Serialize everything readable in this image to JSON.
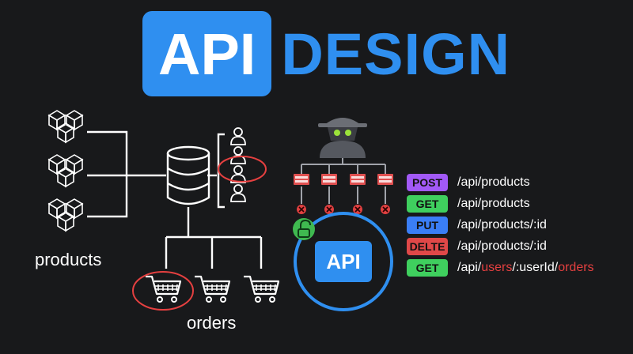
{
  "title": {
    "badge": "API",
    "rest": "DESIGN"
  },
  "labels": {
    "products": "products",
    "orders": "orders"
  },
  "api": {
    "label": "API"
  },
  "colors": {
    "background": "#18191b",
    "accent_blue": "#2f8ff0",
    "highlight_red": "#e54040",
    "lock_green": "#3fb950"
  },
  "routes": [
    {
      "method": "POST",
      "color": "#a259f7",
      "path": [
        {
          "t": "/api/products",
          "hl": false
        }
      ]
    },
    {
      "method": "GET",
      "color": "#3fcf5e",
      "path": [
        {
          "t": "/api/products",
          "hl": false
        }
      ]
    },
    {
      "method": "PUT",
      "color": "#3a7ef6",
      "path": [
        {
          "t": "/api/products/:id",
          "hl": false
        }
      ]
    },
    {
      "method": "DELTE",
      "color": "#e04848",
      "path": [
        {
          "t": "/api/products/:id",
          "hl": false
        }
      ]
    },
    {
      "method": "GET",
      "color": "#3fcf5e",
      "path": [
        {
          "t": "/api/",
          "hl": false
        },
        {
          "t": "users",
          "hl": true
        },
        {
          "t": "/:userId/",
          "hl": false
        },
        {
          "t": "orders",
          "hl": true
        }
      ]
    }
  ],
  "icons": {
    "boxes": "boxes-icon",
    "database": "database-icon",
    "users": "users-icon",
    "cart": "cart-icon",
    "spy": "spy-icon",
    "server": "server-icon",
    "blocked": "blocked-icon",
    "lock": "unlocked-icon"
  }
}
